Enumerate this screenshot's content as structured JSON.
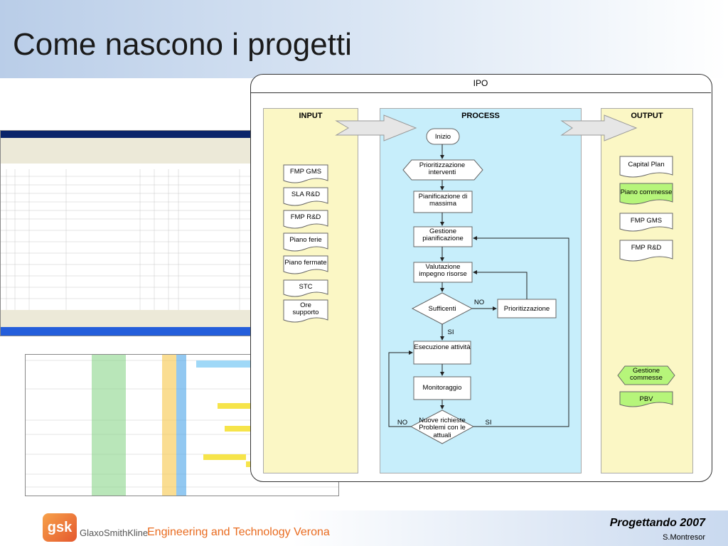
{
  "slide": {
    "title": "Come nascono i progetti",
    "footer_title": "Progettando 2007",
    "footer_author": "S.Montresor",
    "brand_name": "GlaxoSmithKline",
    "brand_sub": "Engineering and Technology Verona",
    "logo_text": "gsk"
  },
  "ipo": {
    "header": "IPO",
    "input_head": "INPUT",
    "process_head": "PROCESS",
    "output_head": "OUTPUT",
    "inputs": [
      "FMP GMS",
      "SLA R&D",
      "FMP R&D",
      "Piano ferie",
      "Piano fermate",
      "STC",
      "Ore supporto"
    ],
    "outputs": [
      "Capital Plan",
      "Piano commesse",
      "FMP GMS",
      "FMP R&D",
      "Gestione commesse",
      "PBV"
    ],
    "process": {
      "start": "Inizio",
      "prioritize": "Prioritizzazione interventi",
      "plan": "Pianificazione di massima",
      "manage": "Gestione pianificazione",
      "evaluate": "Valutazione impegno risorse",
      "sufficient": "Sufficenti",
      "prio2": "Prioritizzazione",
      "execute": "Esecuzione attività",
      "monitor": "Monitoraggio",
      "new_req": "Nuove richieste Problemi con le attuali",
      "no1": "NO",
      "si1": "SI",
      "no2": "NO",
      "si2": "SI"
    }
  },
  "colors": {
    "input_bg": "#fbf7c5",
    "process_bg": "#c7eefb",
    "highlight_green": "#b6f57a",
    "accent_orange": "#e96b1f"
  }
}
